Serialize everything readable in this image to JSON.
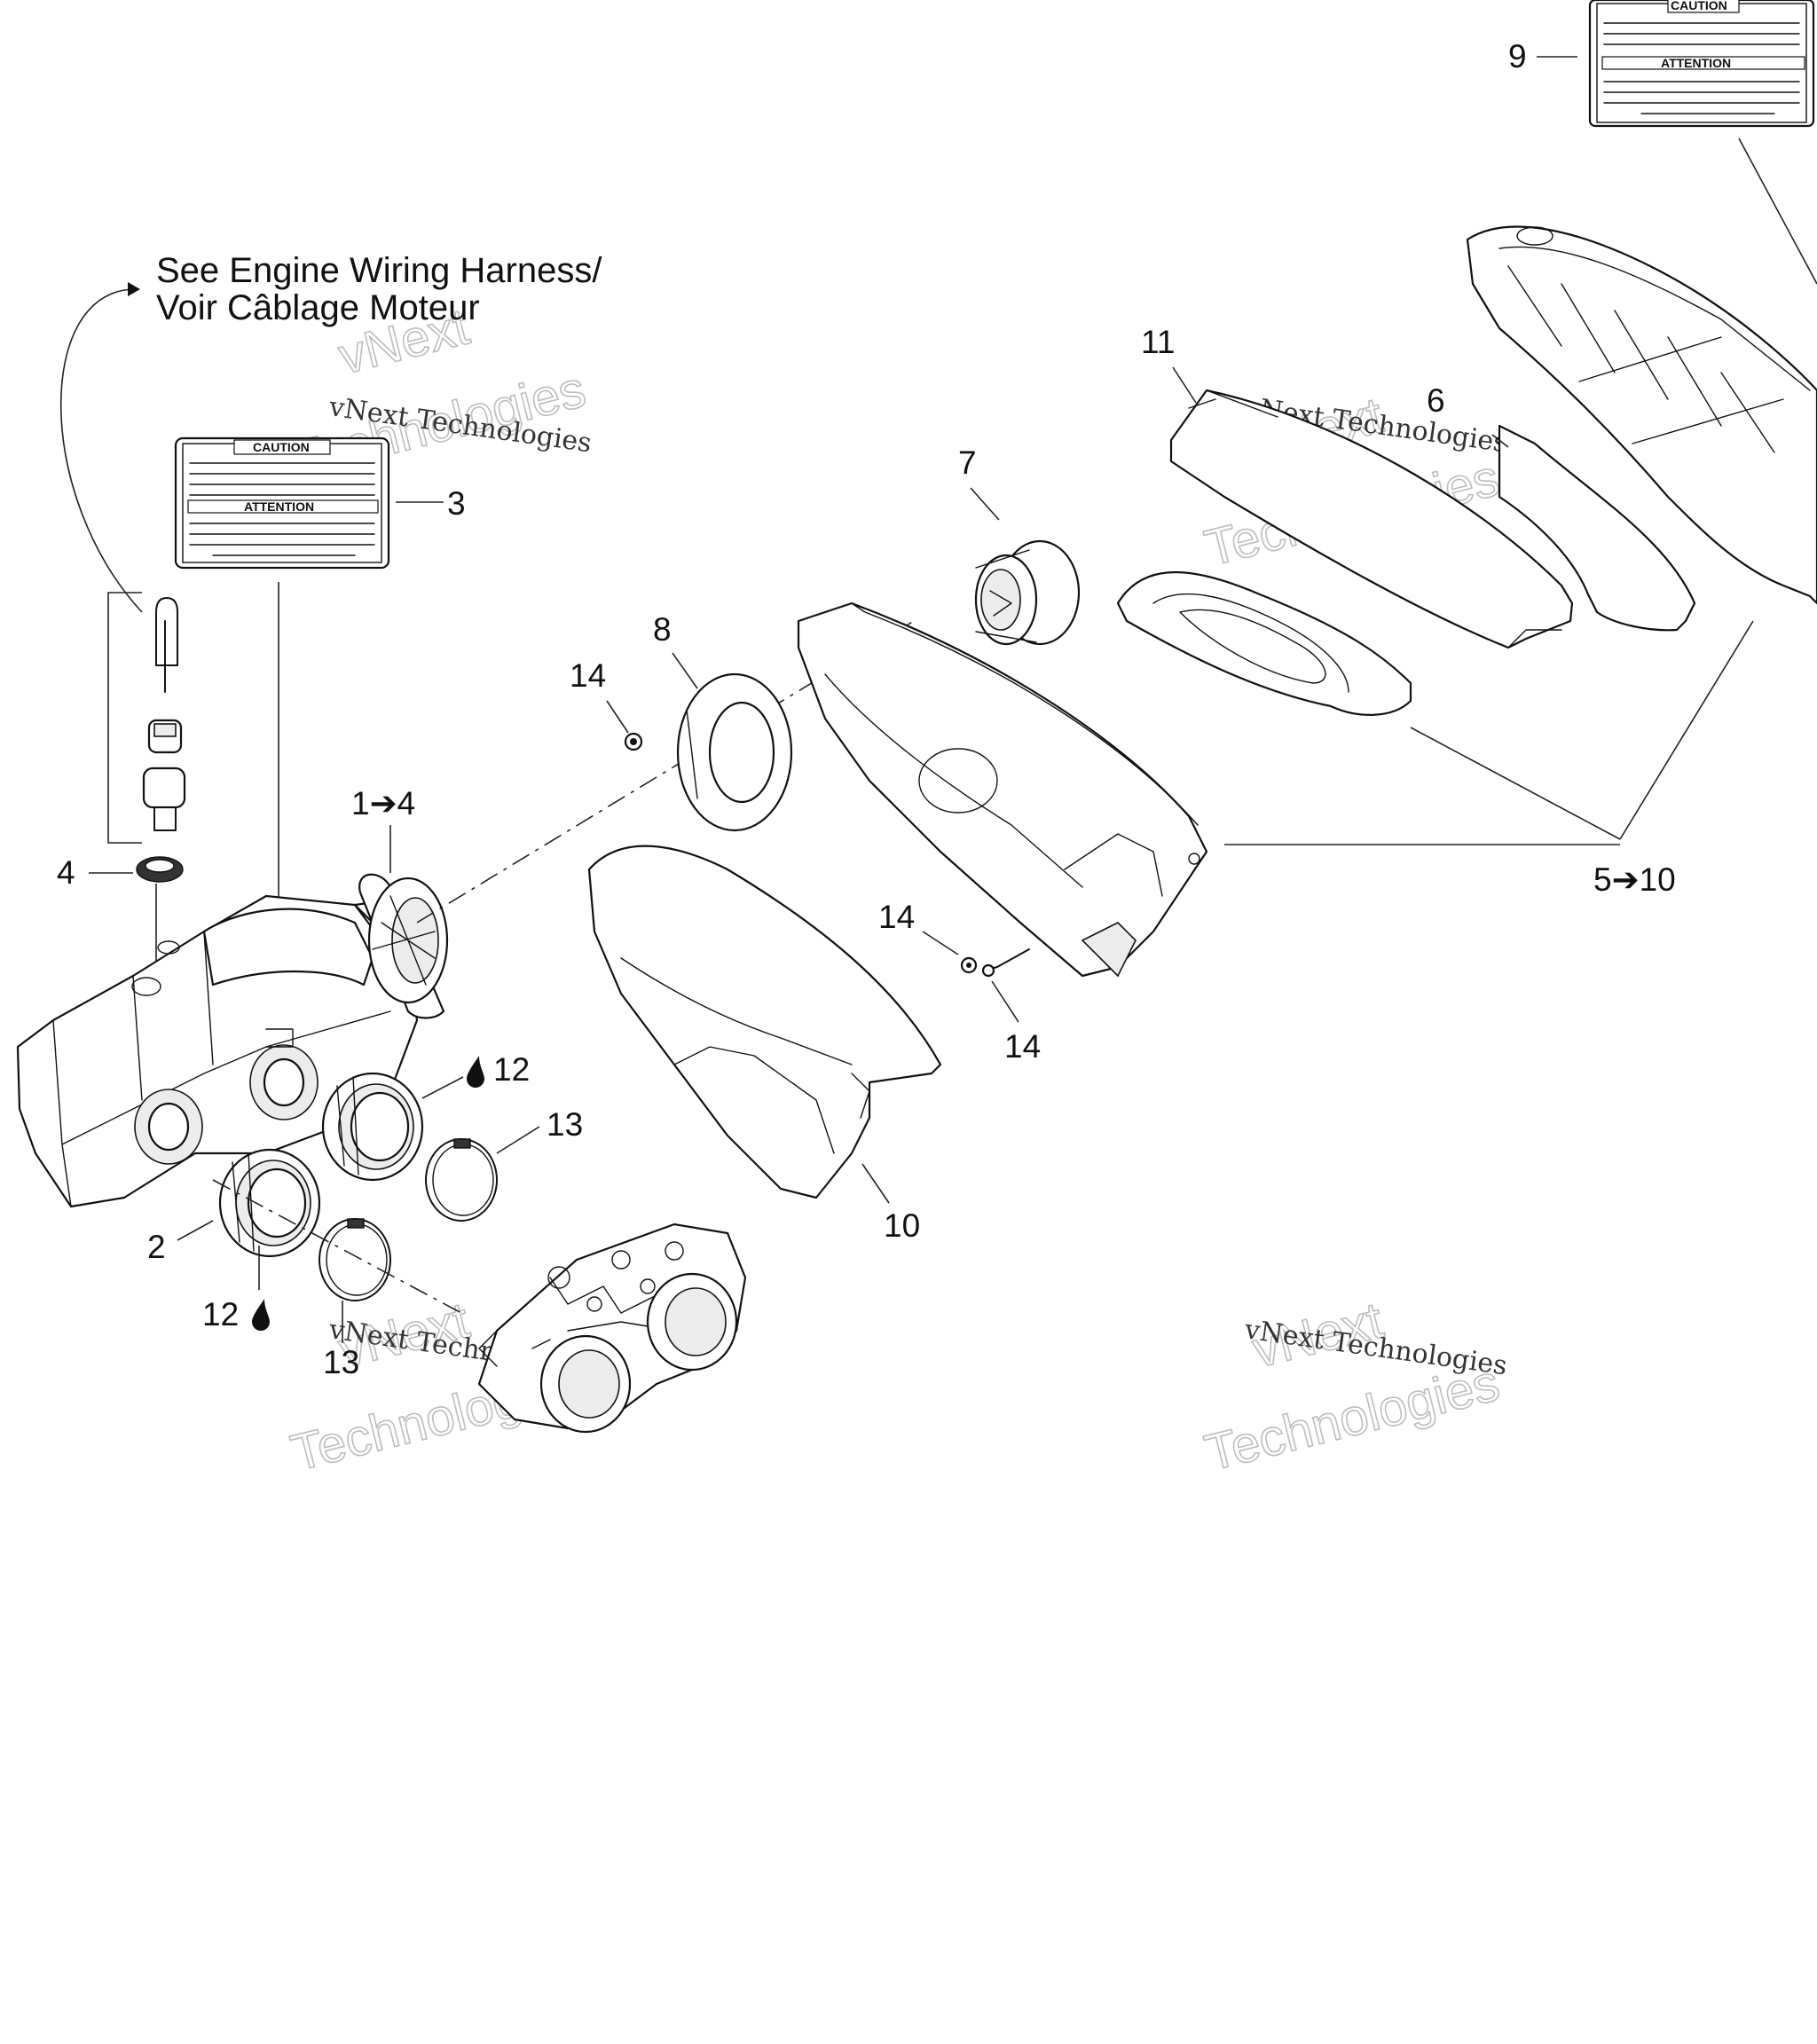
{
  "note": {
    "line1": "See Engine Wiring Harness/",
    "line2": "Voir Câblage Moteur"
  },
  "callouts": {
    "c9": "9",
    "c11": "11",
    "c6": "6",
    "c7": "7",
    "c3": "3",
    "c8": "8",
    "c14a": "14",
    "c1to4": "1➔4",
    "c4": "4",
    "c14b": "14",
    "c14c": "14",
    "c5to10": "5➔10",
    "c12a": "12",
    "c13a": "13",
    "c10": "10",
    "c2": "2",
    "c12b": "12",
    "c13b": "13"
  },
  "label_decal": {
    "caution_title": "CAUTION",
    "attention_title": "ATTENTION"
  },
  "watermark": {
    "line_top": "vNext",
    "line_mid": "vNext Technologies",
    "line_bottom": "Technologies"
  },
  "colors": {
    "ink": "#111111",
    "watermark": "#bdbdbd"
  }
}
